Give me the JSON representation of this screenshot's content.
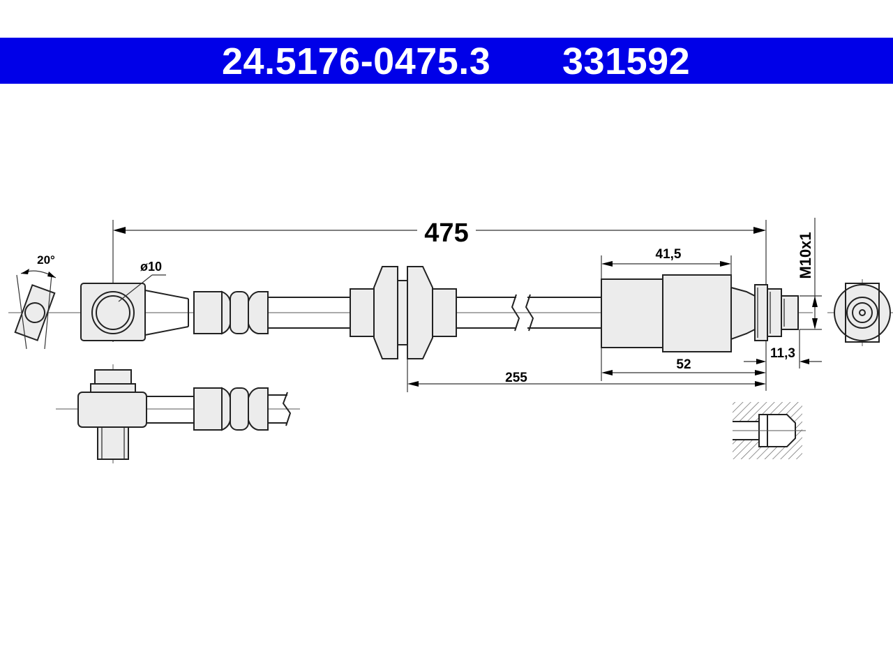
{
  "header": {
    "part_number": "24.5176-0475.3",
    "reference_number": "331592",
    "background_color": "#0000e8",
    "text_color": "#ffffff"
  },
  "dimensions": {
    "overall_length": "475",
    "angle": "20°",
    "eye_diameter": "ø10",
    "fitting_body_length": "41,5",
    "fitting_total_length": "52",
    "bracket_distance": "255",
    "thread_length": "11,3",
    "thread_spec": "M10x1"
  }
}
